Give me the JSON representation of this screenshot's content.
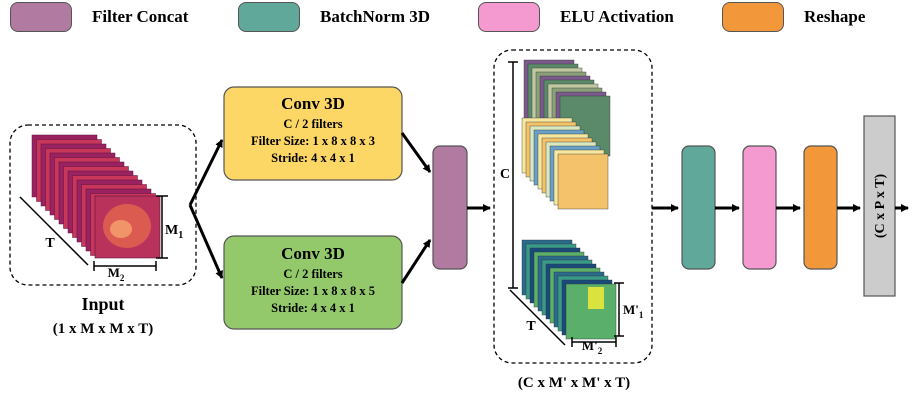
{
  "legend": [
    {
      "label": "Filter Concat",
      "color": "#b07aa1"
    },
    {
      "label": "BatchNorm 3D",
      "color": "#5fa89a"
    },
    {
      "label": "ELU Activation",
      "color": "#f59ad0"
    },
    {
      "label": "Reshape",
      "color": "#f2973a"
    }
  ],
  "input": {
    "title": "Input",
    "shape": "(1 x M x M x T)",
    "dim_t": "T",
    "dim_m1": "M",
    "dim_m1_sub": "1",
    "dim_m2": "M",
    "dim_m2_sub": "2"
  },
  "conv_top": {
    "title": "Conv 3D",
    "filters": "C / 2 filters",
    "filter_size": "Filter Size: 1 x 8 x 8 x 3",
    "stride": "Stride: 4 x 4 x 1",
    "color": "#fcd765"
  },
  "conv_bottom": {
    "title": "Conv 3D",
    "filters": "C / 2 filters",
    "filter_size": "Filter Size: 1 x 8 x 8 x 5",
    "stride": "Stride: 4 x 4 x 1",
    "color": "#93c96b"
  },
  "features": {
    "dim_c": "C",
    "dim_t": "T",
    "dim_m1": "M'",
    "dim_m1_sub": "1",
    "dim_m2": "M'",
    "dim_m2_sub": "2",
    "shape": "(C x M' x M' x T)"
  },
  "output": {
    "shape": "(C x P x T)",
    "color": "#cccccc"
  }
}
